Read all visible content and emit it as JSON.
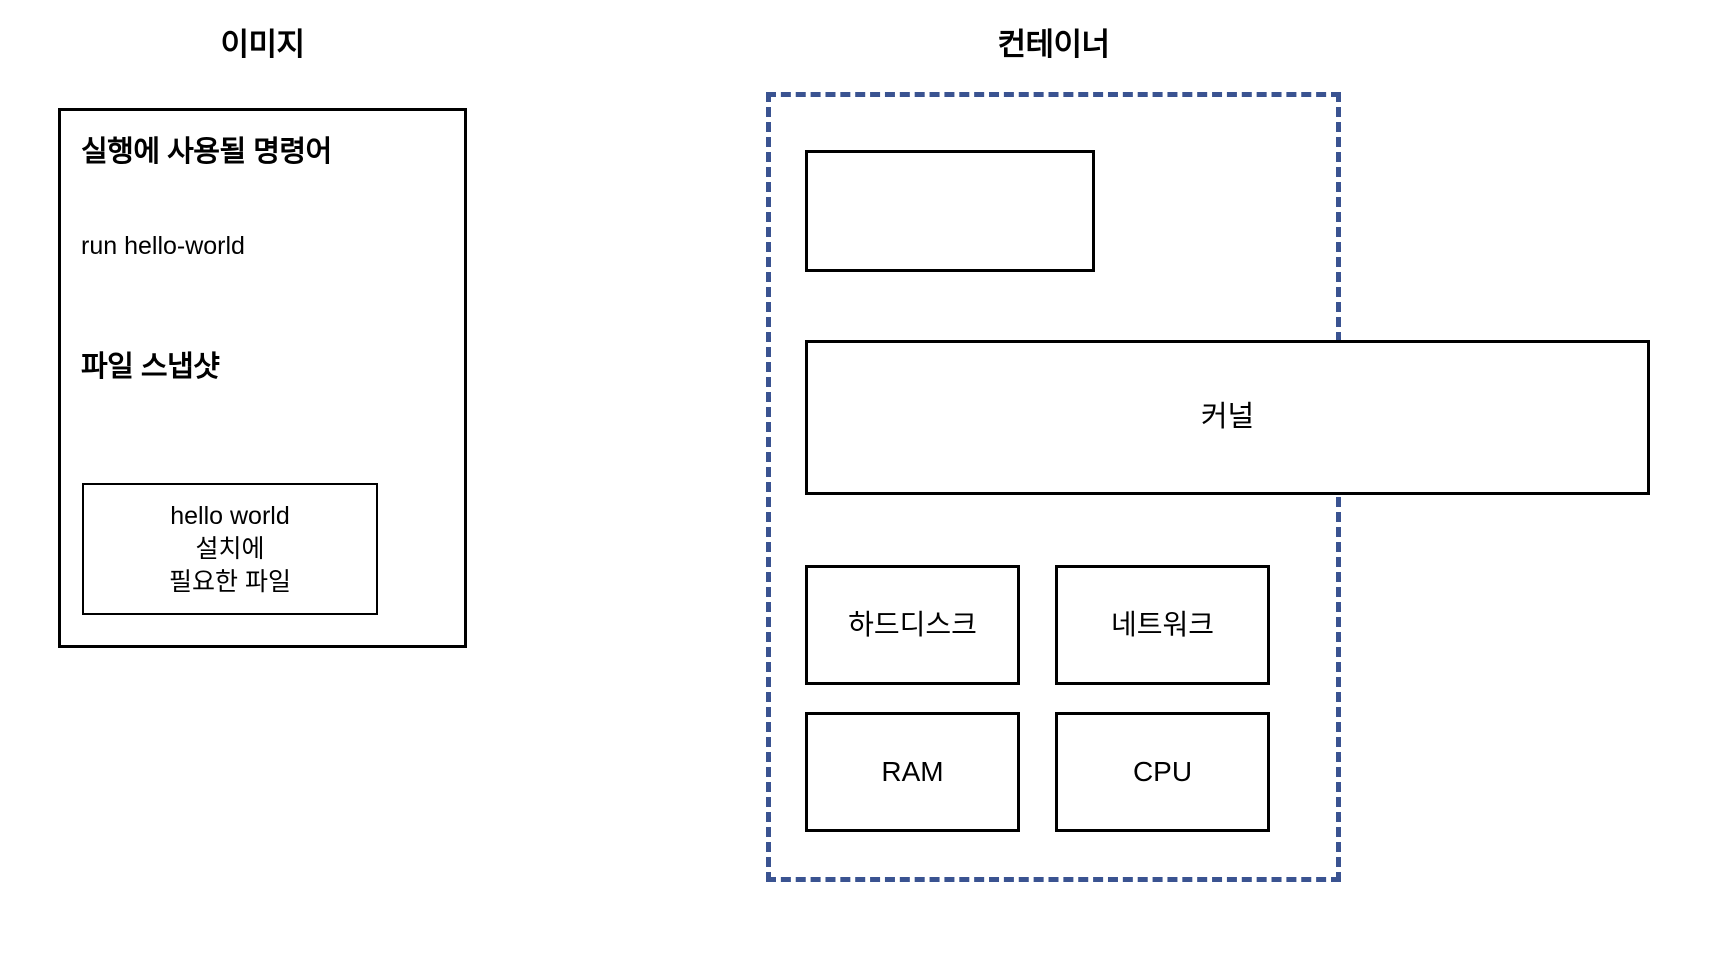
{
  "diagram": {
    "background_color": "#ffffff",
    "outline_color": "#000000",
    "container_border_color": "#3a5391"
  },
  "image_section": {
    "title": "이미지",
    "command_heading": "실행에 사용될 명령어",
    "command_value": "run hello-world",
    "snapshot_heading": "파일 스냅샷",
    "snapshot_lines": [
      "hello world",
      "설치에",
      "필요한 파일"
    ]
  },
  "container_section": {
    "title": "컨테이너",
    "app_box_label": "",
    "kernel_box_label": "커널",
    "components": [
      {
        "label": "하드디스크"
      },
      {
        "label": "네트워크"
      },
      {
        "label": "RAM"
      },
      {
        "label": "CPU"
      }
    ]
  }
}
